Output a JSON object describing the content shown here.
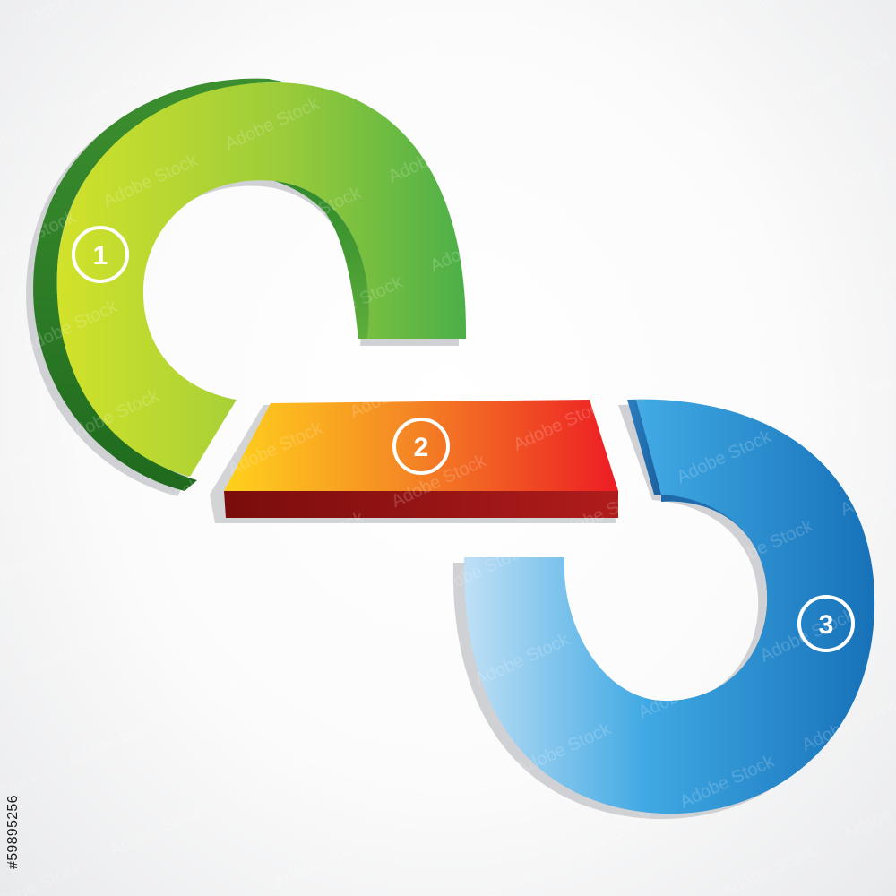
{
  "steps": [
    {
      "number": "1",
      "shape": "ring-left",
      "color": "#6fc041"
    },
    {
      "number": "2",
      "shape": "bar",
      "color": "#f2791f"
    },
    {
      "number": "3",
      "shape": "ring-right",
      "color": "#1f86cc"
    }
  ],
  "stock_id": "#59895256"
}
